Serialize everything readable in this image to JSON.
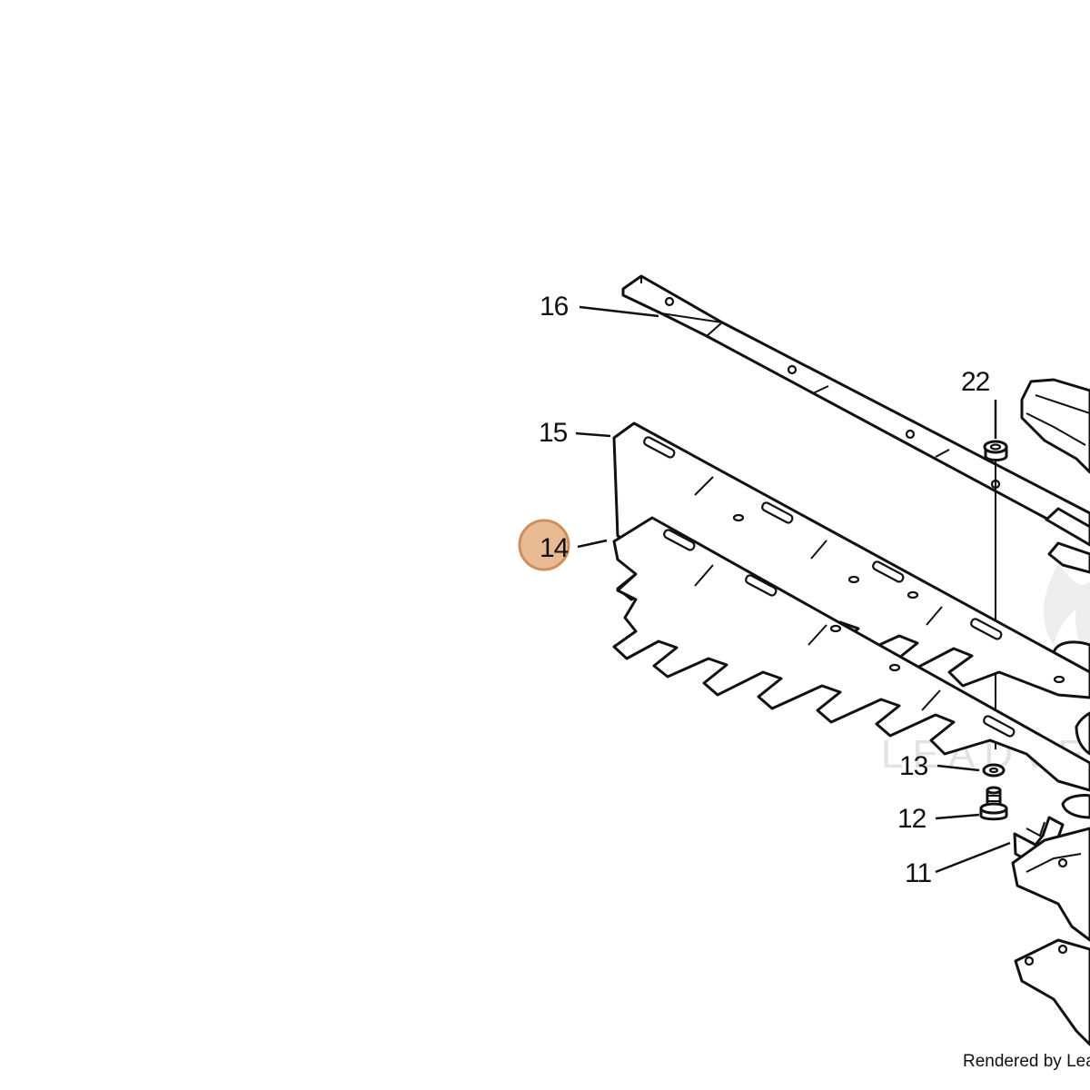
{
  "callouts": [
    {
      "id": "16",
      "label": "16"
    },
    {
      "id": "22",
      "label": "22"
    },
    {
      "id": "15",
      "label": "15"
    },
    {
      "id": "14",
      "label": "14",
      "highlighted": true
    },
    {
      "id": "13",
      "label": "13"
    },
    {
      "id": "12",
      "label": "12"
    },
    {
      "id": "11",
      "label": "11"
    }
  ],
  "watermark": {
    "text": "LEADVENTURE"
  },
  "footer": {
    "text": "Rendered by Leac"
  },
  "colors": {
    "highlight_fill": "#e8b88f",
    "highlight_stroke": "#cc8a52",
    "line": "#111111"
  }
}
